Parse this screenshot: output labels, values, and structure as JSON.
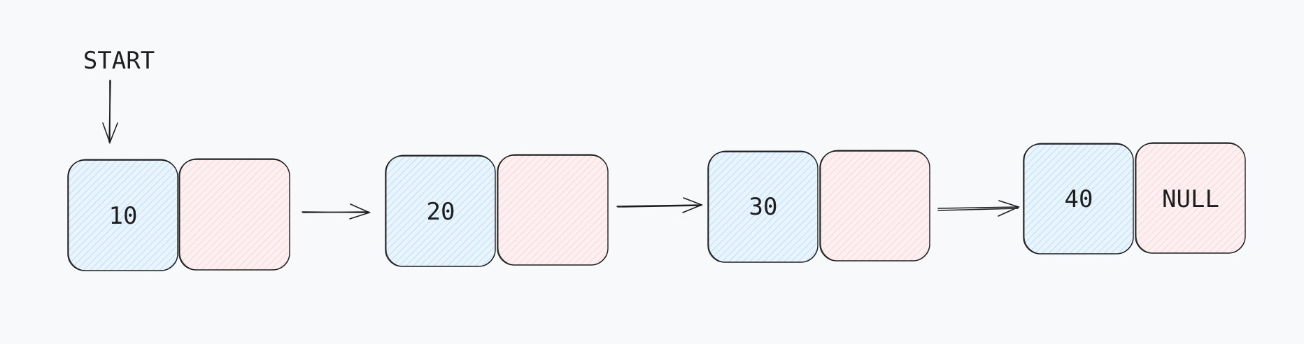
{
  "diagram": {
    "start_label": "START",
    "nodes": [
      {
        "data": "10",
        "next": ""
      },
      {
        "data": "20",
        "next": ""
      },
      {
        "data": "30",
        "next": ""
      },
      {
        "data": "40",
        "next": "NULL"
      }
    ]
  },
  "colors": {
    "background": "#f8f9fa",
    "data_fill": "#a5d8ff",
    "pointer_fill": "#ffc9c9",
    "stroke": "#1e1e1e"
  }
}
